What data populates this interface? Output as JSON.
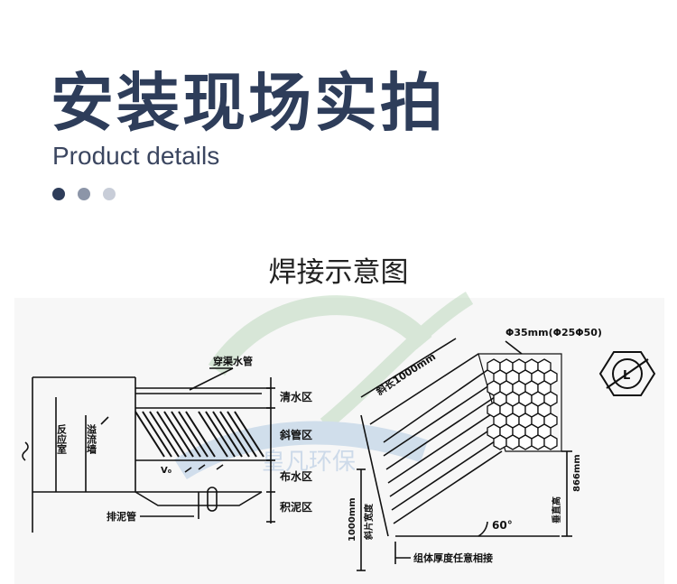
{
  "header": {
    "title": "安装现场实拍",
    "subtitle": "Product details",
    "dots": [
      "#2e3d5a",
      "#8c95a8",
      "#c8cdd8"
    ]
  },
  "section": {
    "title": "焊接示意图"
  },
  "watermark": {
    "text": "皇凡环保"
  },
  "diagram_left": {
    "pipe_label": "穿渠水管",
    "wall_label_1": "反应室",
    "wall_label_2": "溢流墙",
    "flow_label": "V₀",
    "sludge_pipe": "排泥管",
    "zones": [
      "清水区",
      "斜管区",
      "布水区",
      "积泥区"
    ]
  },
  "diagram_right": {
    "diameter": "Φ35mm(Φ25Φ50)",
    "length": "斜长1000mm",
    "width_label": "斜片宽度",
    "width_value": "1000mm",
    "height_label": "垂直高",
    "height_value": "866mm",
    "angle": "60°",
    "bottom_note": "组体厚度任意相接"
  },
  "hex_symbol": {
    "label": "L"
  }
}
